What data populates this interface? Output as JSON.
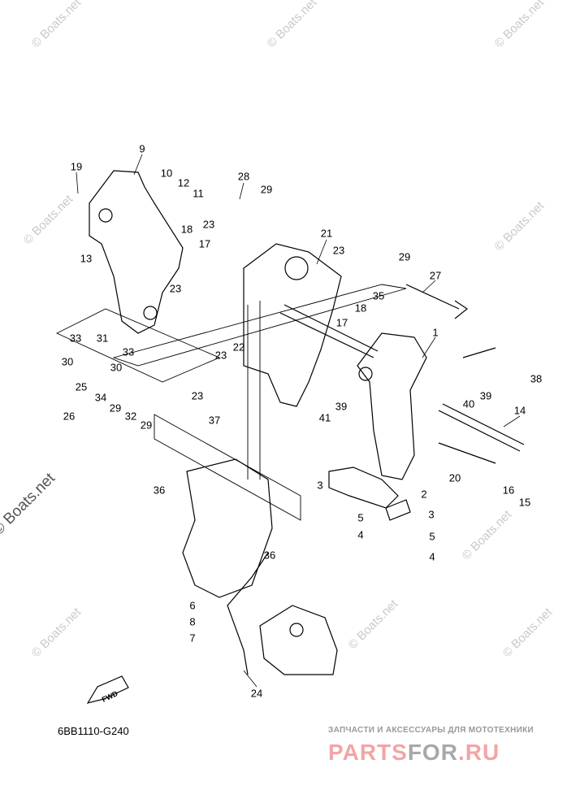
{
  "diagram_code": "6BB1110-G240",
  "fwd_label": "FWD",
  "watermark": "© Boats.net",
  "footer": {
    "subtitle": "ЗАПЧАСТИ И АКСЕССУАРЫ ДЛЯ МОТОТЕХНИКИ",
    "logo_a": "PARTS",
    "logo_b": "FOR",
    "logo_c": ".RU"
  },
  "callouts": [
    "9",
    "19",
    "10",
    "12",
    "11",
    "28",
    "29",
    "23",
    "18",
    "17",
    "13",
    "21",
    "23",
    "29",
    "27",
    "35",
    "23",
    "33",
    "31",
    "33",
    "30",
    "30",
    "17",
    "18",
    "1",
    "22",
    "23",
    "38",
    "39",
    "40",
    "25",
    "34",
    "29",
    "26",
    "32",
    "29",
    "23",
    "39",
    "41",
    "14",
    "37",
    "20",
    "16",
    "15",
    "3",
    "2",
    "5",
    "3",
    "4",
    "5",
    "4",
    "36",
    "36",
    "6",
    "8",
    "7",
    "24"
  ]
}
